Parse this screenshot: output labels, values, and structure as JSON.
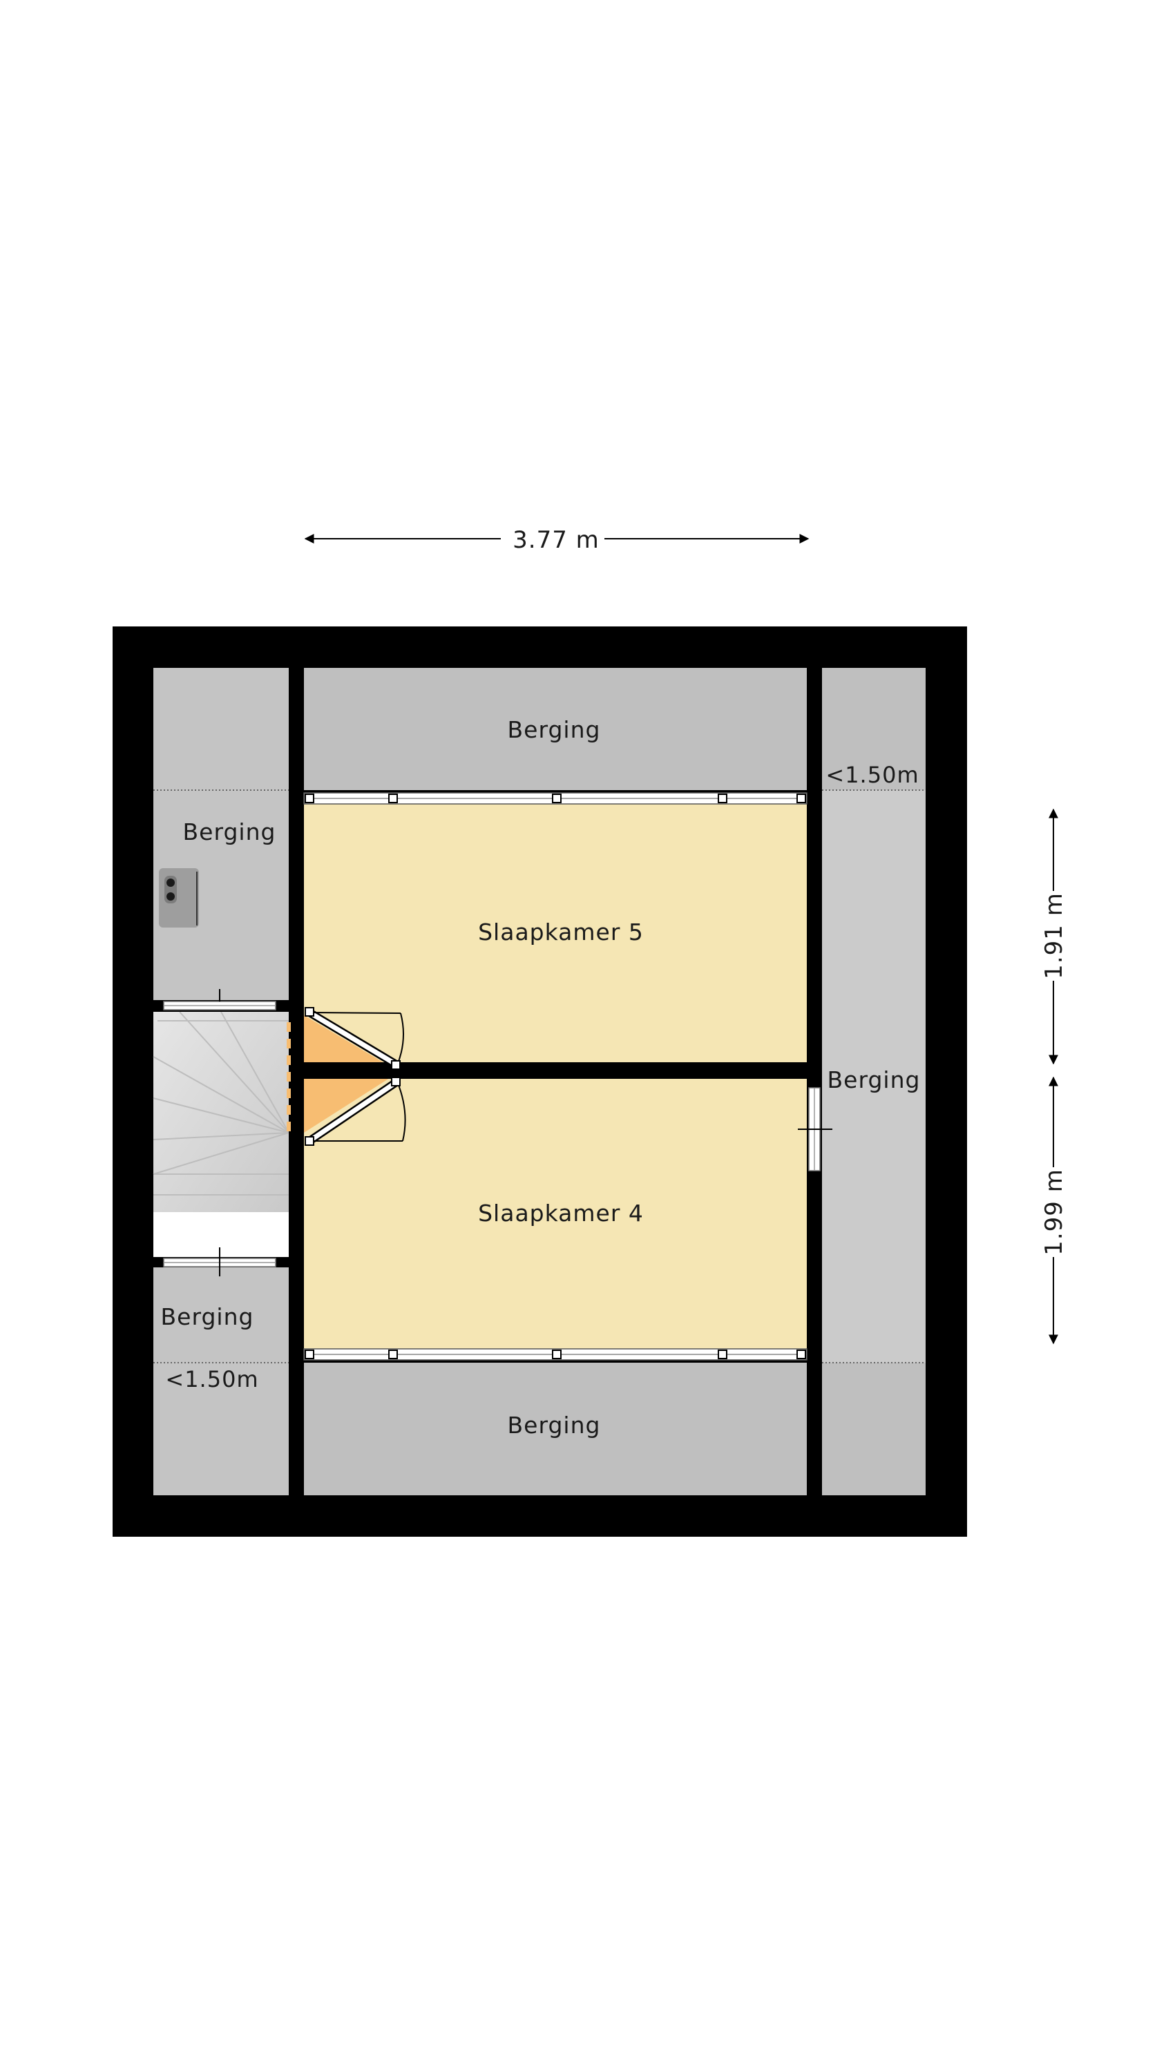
{
  "dimensions": {
    "width": "3.77 m",
    "height_upper": "1.91 m",
    "height_lower": "1.99 m"
  },
  "rooms": {
    "berging_top": "Berging",
    "berging_top_left": "Berging",
    "berging_right": "Berging",
    "berging_bottom_left": "Berging",
    "berging_bottom": "Berging",
    "slaapkamer_5": "Slaapkamer 5",
    "slaapkamer_4": "Slaapkamer 4"
  },
  "notes": {
    "height_limit_right": "<1.50m",
    "height_limit_left": "<1.50m"
  },
  "colors": {
    "wall": "#000000",
    "bedroom": "#f5e6b4",
    "storage": "#bfbfbf",
    "storage_light": "#cbcbcb",
    "landing": "#f7bd72",
    "stairs": "#dcdcdc",
    "background": "#ffffff"
  }
}
